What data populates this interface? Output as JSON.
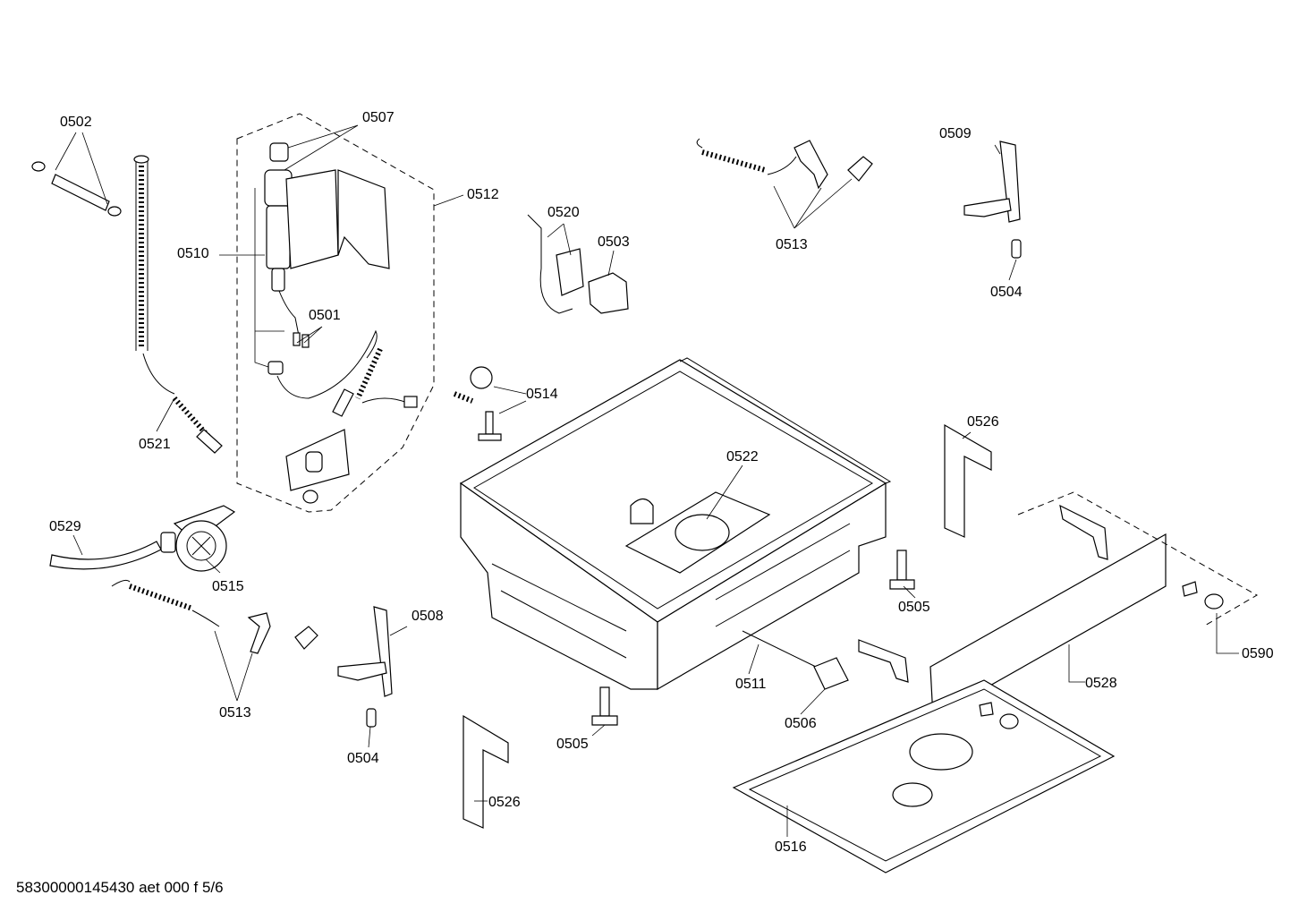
{
  "labels": {
    "p0502": "0502",
    "p0507": "0507",
    "p0512": "0512",
    "p0510": "0510",
    "p0501": "0501",
    "p0521": "0521",
    "p0529": "0529",
    "p0515": "0515",
    "p0513a": "0513",
    "p0513b": "0513",
    "p0508": "0508",
    "p0504a": "0504",
    "p0504b": "0504",
    "p0520": "0520",
    "p0503": "0503",
    "p0514": "0514",
    "p0522": "0522",
    "p0509": "0509",
    "p0526a": "0526",
    "p0526b": "0526",
    "p0505a": "0505",
    "p0505b": "0505",
    "p0511": "0511",
    "p0506": "0506",
    "p0528": "0528",
    "p0590": "0590",
    "p0516": "0516"
  },
  "footer": "58300000145430 aet 000 f 5/6"
}
